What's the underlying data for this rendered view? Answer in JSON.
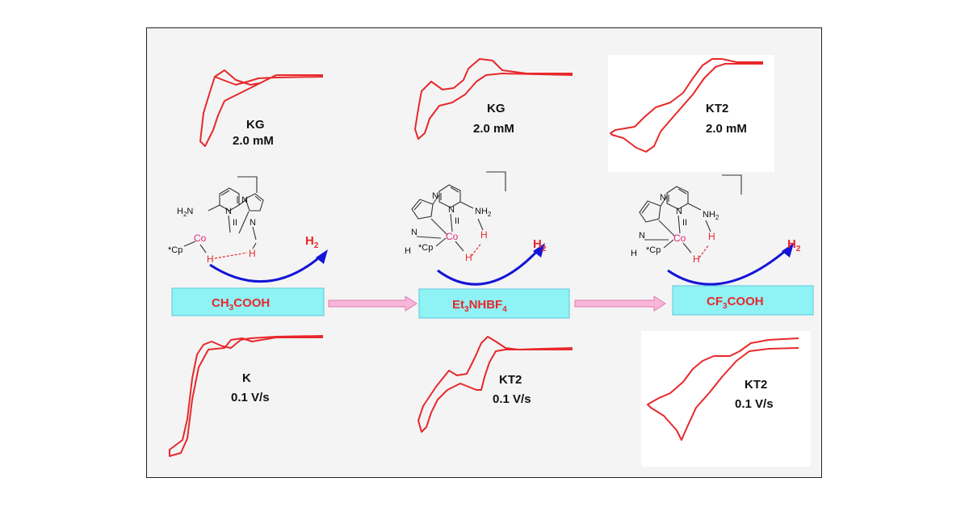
{
  "cv_labels": {
    "top_left": [
      "KG",
      "2.0 mM"
    ],
    "top_mid": [
      "KG",
      "2.0 mM"
    ],
    "top_right": [
      "KT2",
      "2.0 mM"
    ],
    "bottom_left": [
      "K",
      "0.1 V/s"
    ],
    "bottom_mid": [
      "KT2",
      "0.1 V/s"
    ],
    "bottom_right": [
      "KT2",
      "0.1 V/s"
    ]
  },
  "acids": {
    "left": {
      "main": "CH",
      "sub": "3",
      "tail": "COOH"
    },
    "mid": {
      "main": "Et",
      "sub": "3",
      "tail": "NHBF",
      "sub2": "4"
    },
    "right": {
      "main": "CF",
      "sub": "3",
      "tail": "COOH"
    }
  },
  "product": {
    "main": "H",
    "sub": "2"
  },
  "complex": {
    "metal": "Co",
    "oxidation": "II",
    "ligand": "*Cp",
    "amine": "H",
    "amine_sub": "2",
    "amine_n": "N",
    "n": "N",
    "h": "H"
  },
  "colors": {
    "cv_trace": "#e8282b",
    "curved_arrow": "#1414d8",
    "acid_box": "#8ff2f4",
    "flow_arrow": "#f7b6d8",
    "cobalt": "#e0267a"
  }
}
